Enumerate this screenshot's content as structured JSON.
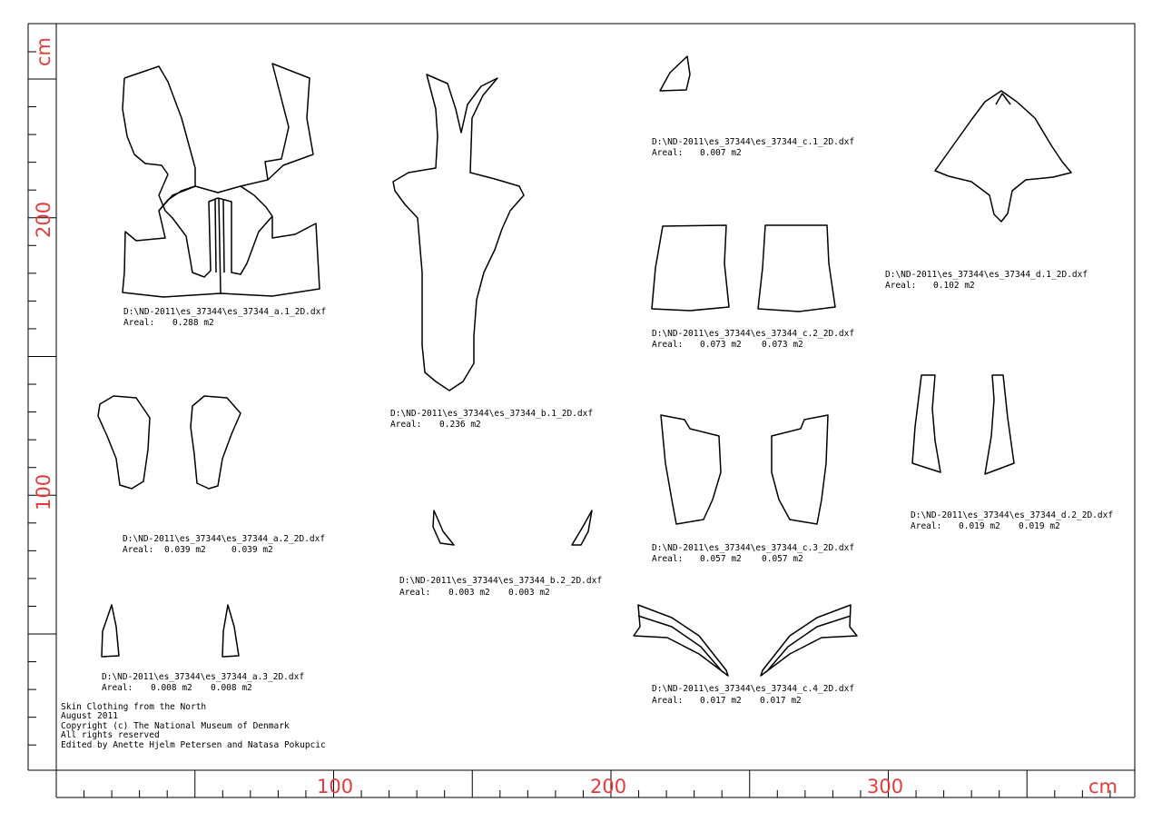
{
  "pieces": [
    {
      "key": "a1",
      "path": "D:\\ND-2011\\es_37344\\es_37344_a.1_2D.dxf",
      "areas": [
        "0.288 m2"
      ]
    },
    {
      "key": "a2",
      "path": "D:\\ND-2011\\es_37344\\es_37344_a.2_2D.dxf",
      "areas": [
        "0.039 m2",
        "0.039 m2"
      ]
    },
    {
      "key": "a3",
      "path": "D:\\ND-2011\\es_37344\\es_37344_a.3_2D.dxf",
      "areas": [
        "0.008 m2",
        "0.008 m2"
      ]
    },
    {
      "key": "b1",
      "path": "D:\\ND-2011\\es_37344\\es_37344_b.1_2D.dxf",
      "areas": [
        "0.236 m2"
      ]
    },
    {
      "key": "b2",
      "path": "D:\\ND-2011\\es_37344\\es_37344_b.2_2D.dxf",
      "areas": [
        "0.003 m2",
        "0.003 m2"
      ]
    },
    {
      "key": "c1",
      "path": "D:\\ND-2011\\es_37344\\es_37344_c.1_2D.dxf",
      "areas": [
        "0.007 m2"
      ]
    },
    {
      "key": "c2",
      "path": "D:\\ND-2011\\es_37344\\es_37344_c.2_2D.dxf",
      "areas": [
        "0.073 m2",
        "0.073 m2"
      ]
    },
    {
      "key": "c3",
      "path": "D:\\ND-2011\\es_37344\\es_37344_c.3_2D.dxf",
      "areas": [
        "0.057 m2",
        "0.057 m2"
      ]
    },
    {
      "key": "c4",
      "path": "D:\\ND-2011\\es_37344\\es_37344_c.4_2D.dxf",
      "areas": [
        "0.017 m2",
        "0.017 m2"
      ]
    },
    {
      "key": "d1",
      "path": "D:\\ND-2011\\es_37344\\es_37344_d.1_2D.dxf",
      "areas": [
        "0.102 m2"
      ]
    },
    {
      "key": "d2",
      "path": "D:\\ND-2011\\es_37344\\es_37344_d.2_2D.dxf",
      "areas": [
        "0.019 m2",
        "0.019 m2"
      ]
    }
  ],
  "area_label": "Areal:",
  "credits": [
    "Skin Clothing from the North",
    "August 2011",
    "Copyright (c) The National Museum of Denmark",
    "All rights reserved",
    "Edited by Anette Hjelm Petersen and Natasa Pokupcic"
  ],
  "ruler": {
    "unit": "cm",
    "bottom_labels": [
      "100",
      "200",
      "300"
    ],
    "left_labels": [
      "200",
      "100"
    ]
  },
  "colors": {
    "ruler_text": "#e43c3c",
    "lines": "#000000",
    "background": "#ffffff"
  }
}
